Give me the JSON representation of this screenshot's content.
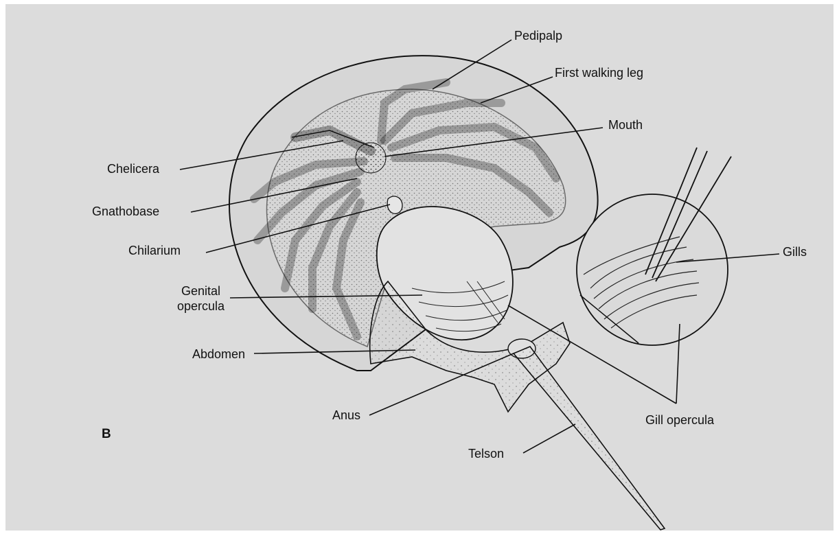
{
  "figure": {
    "panel_letter": "B",
    "colors": {
      "background": "#dcdcdc",
      "ink": "#111111",
      "shade": "#9a9a9a"
    }
  },
  "labels": {
    "pedipalp": "Pedipalp",
    "first_walking_leg": "First walking leg",
    "mouth": "Mouth",
    "chelicera": "Chelicera",
    "gnathobase": "Gnathobase",
    "chilarium": "Chilarium",
    "genital_opercula_line1": "Genital",
    "genital_opercula_line2": "opercula",
    "abdomen": "Abdomen",
    "anus": "Anus",
    "telson": "Telson",
    "gills": "Gills",
    "gill_opercula": "Gill opercula"
  }
}
